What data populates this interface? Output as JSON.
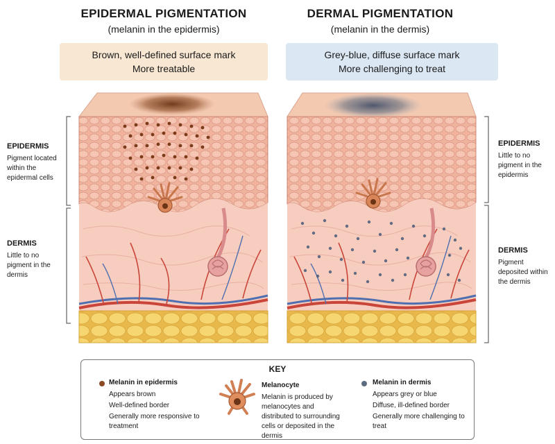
{
  "left": {
    "title": "EPIDERMAL PIGMENTATION",
    "subtitle": "(melanin in the epidermis)",
    "banner_line1": "Brown, well-defined surface mark",
    "banner_line2": "More treatable",
    "banner_color": "#f8e8d3",
    "labels": {
      "epidermis_head": "EPIDERMIS",
      "epidermis_body": "Pigment located within the epidermal cells",
      "dermis_head": "DERMIS",
      "dermis_body": "Little to no pigment in the dermis"
    }
  },
  "right": {
    "title": "DERMAL PIGMENTATION",
    "subtitle": "(melanin in the dermis)",
    "banner_line1": "Grey-blue, diffuse surface mark",
    "banner_line2": "More challenging to treat",
    "banner_color": "#dbe7f2",
    "labels": {
      "epidermis_head": "EPIDERMIS",
      "epidermis_body": "Little to no pigment in the epidermis",
      "dermis_head": "DERMIS",
      "dermis_body": "Pigment deposited within the dermis"
    }
  },
  "key": {
    "title": "KEY",
    "epidermal": {
      "head": "Melanin in epidermis",
      "lines": [
        "Appears brown",
        "Well-defined border",
        "Generally more responsive to treatment"
      ],
      "color": "#8a4a24"
    },
    "melanocyte": {
      "head": "Melanocyte",
      "body": "Melanin is produced by melanocytes and distributed to surrounding cells or deposited in the dermis"
    },
    "dermal": {
      "head": "Melanin in dermis",
      "lines": [
        "Appears grey or blue",
        "Diffuse, ill-defined border",
        "Generally more challenging to treat"
      ],
      "color": "#5b6b80"
    }
  },
  "colors": {
    "skin_surface": "#f2c3a8",
    "epidermis": "#f0b39e",
    "dermis": "#f6cdbf",
    "fat": "#f2cf63",
    "artery": "#c9453a",
    "vein": "#4f6fb0",
    "melanin_brown": "#7a3b18",
    "melanin_blue": "#4a5a78",
    "melanocyte": "#d9855a"
  }
}
